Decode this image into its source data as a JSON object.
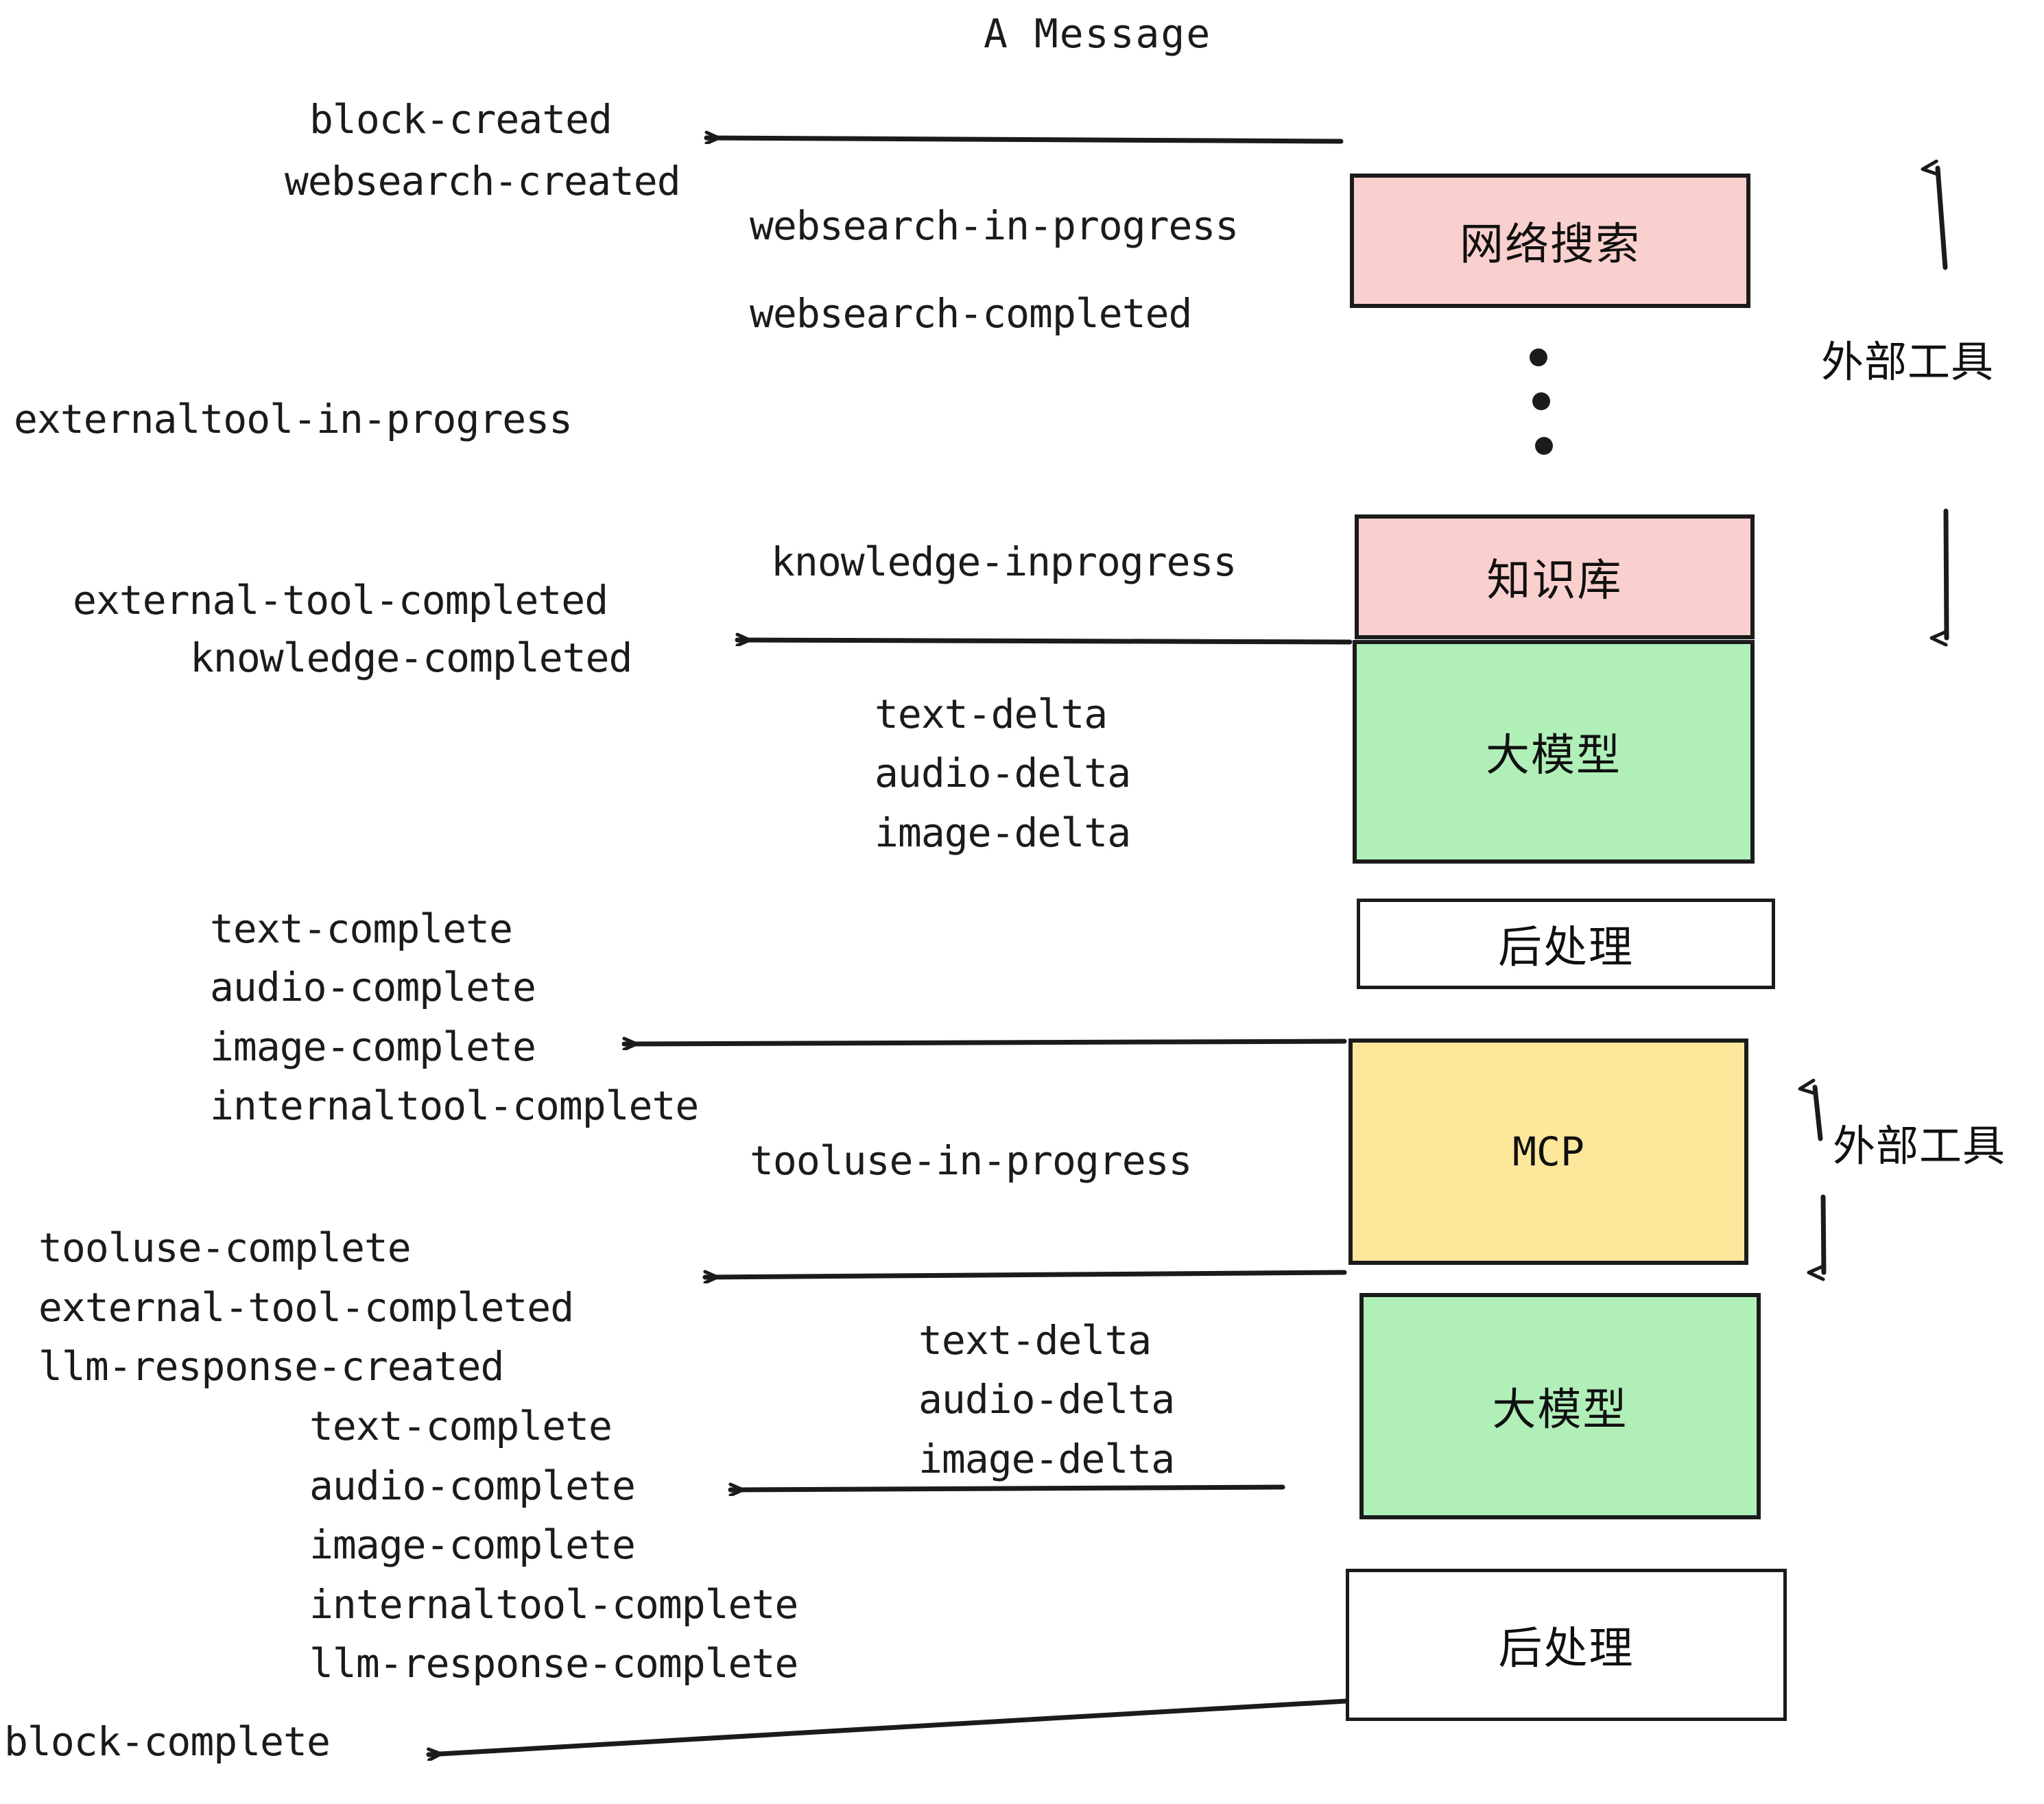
{
  "diagram": {
    "title": "A Message",
    "boxes": [
      {
        "id": "websearch",
        "label": "网络搜索",
        "color": "#fad0ce"
      },
      {
        "id": "knowledge",
        "label": "知识库",
        "color": "#fad0ce"
      },
      {
        "id": "llm-1",
        "label": "大模型",
        "color": "#b0f0b8"
      },
      {
        "id": "post-1",
        "label": "后处理",
        "color": "#ffffff"
      },
      {
        "id": "mcp",
        "label": "MCP",
        "color": "#fce79a"
      },
      {
        "id": "llm-2",
        "label": "大模型",
        "color": "#b0f0b8"
      },
      {
        "id": "post-2",
        "label": "后处理",
        "color": "#ffffff"
      }
    ],
    "side_labels": [
      {
        "id": "external-tools-top",
        "label": "外部工具"
      },
      {
        "id": "external-tools-bottom",
        "label": "外部工具"
      }
    ],
    "events": [
      {
        "id": "block-created",
        "label": "block-created"
      },
      {
        "id": "websearch-created",
        "label": "websearch-created"
      },
      {
        "id": "websearch-in-progress",
        "label": "websearch-in-progress"
      },
      {
        "id": "websearch-completed",
        "label": "websearch-completed"
      },
      {
        "id": "externaltool-in-progress",
        "label": "externaltool-in-progress"
      },
      {
        "id": "knowledge-inprogress",
        "label": "knowledge-inprogress"
      },
      {
        "id": "external-tool-completed-1",
        "label": "external-tool-completed"
      },
      {
        "id": "knowledge-completed",
        "label": "knowledge-completed"
      },
      {
        "id": "text-delta-1",
        "label": "text-delta"
      },
      {
        "id": "audio-delta-1",
        "label": "audio-delta"
      },
      {
        "id": "image-delta-1",
        "label": "image-delta"
      },
      {
        "id": "text-complete-1",
        "label": "text-complete"
      },
      {
        "id": "audio-complete-1",
        "label": "audio-complete"
      },
      {
        "id": "image-complete-1",
        "label": "image-complete"
      },
      {
        "id": "internaltool-complete-1",
        "label": "internaltool-complete"
      },
      {
        "id": "tooluse-in-progress",
        "label": "tooluse-in-progress"
      },
      {
        "id": "tooluse-complete",
        "label": "tooluse-complete"
      },
      {
        "id": "external-tool-completed-2",
        "label": "external-tool-completed"
      },
      {
        "id": "llm-response-created",
        "label": "llm-response-created"
      },
      {
        "id": "text-complete-2",
        "label": "text-complete"
      },
      {
        "id": "audio-complete-2",
        "label": "audio-complete"
      },
      {
        "id": "image-complete-2",
        "label": "image-complete"
      },
      {
        "id": "internaltool-complete-2",
        "label": "internaltool-complete"
      },
      {
        "id": "llm-response-complete",
        "label": "llm-response-complete"
      },
      {
        "id": "block-complete",
        "label": "block-complete"
      }
    ],
    "colors": {
      "stroke": "#1b1b1b",
      "pink": "#fad0ce",
      "green": "#b0f0b8",
      "yellow": "#fce79a",
      "white": "#ffffff",
      "text": "#1b1b1b"
    }
  }
}
